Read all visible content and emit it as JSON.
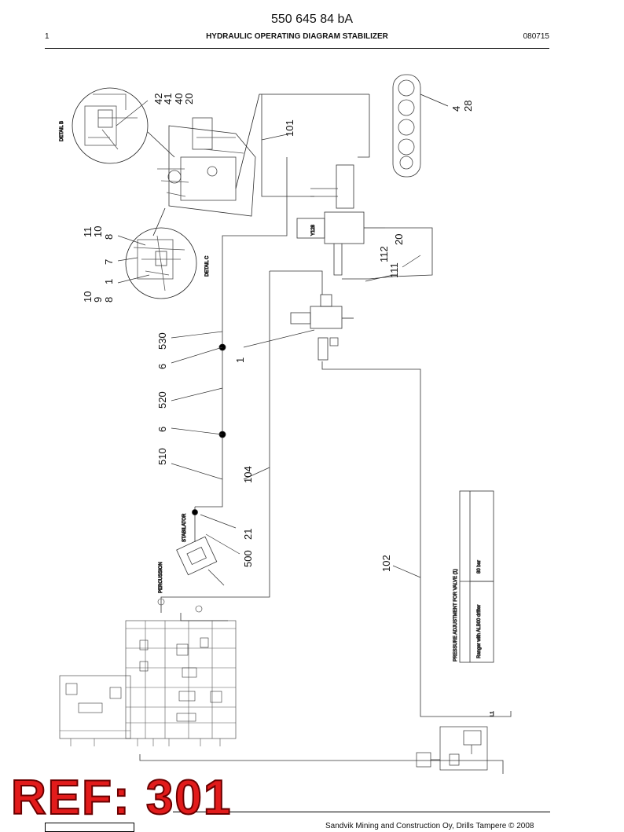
{
  "header": {
    "doc_number": "550 645 84 bA",
    "page": "1",
    "title": "HYDRAULIC OPERATING DIAGRAM STABILIZER",
    "date": "080715"
  },
  "footer": {
    "copyright": "Sandvik Mining and Construction Oy, Drills Tampere © 2008"
  },
  "stamp": "REF: 301",
  "callouts": {
    "c42": "42",
    "c41": "41",
    "c40": "40",
    "c20a": "20",
    "c4": "4",
    "c28": "28",
    "c101": "101",
    "c11": "11",
    "c10a": "10",
    "c8a": "8",
    "c7": "7",
    "c1a": "1",
    "c10b": "10",
    "c9": "9",
    "c8b": "8",
    "c20b": "20",
    "c112": "112",
    "c111": "111",
    "c530": "530",
    "c6a": "6",
    "c1b": "1",
    "c520": "520",
    "c6b": "6",
    "c510": "510",
    "c104": "104",
    "c21": "21",
    "c500": "500",
    "c102": "102"
  },
  "labels": {
    "detail_b": "DETAIL B",
    "detail_c": "DETAIL C",
    "stabilator": "STABILATOR",
    "percussion": "PERCUSSION",
    "pressure_adjustment": "PRESSURE ADJUSTMENT FOR VALVE (1)",
    "ranger": "Ranger with ALB00 drifter",
    "bar": "80 bar",
    "l1": "L1",
    "y128": "Y128"
  }
}
